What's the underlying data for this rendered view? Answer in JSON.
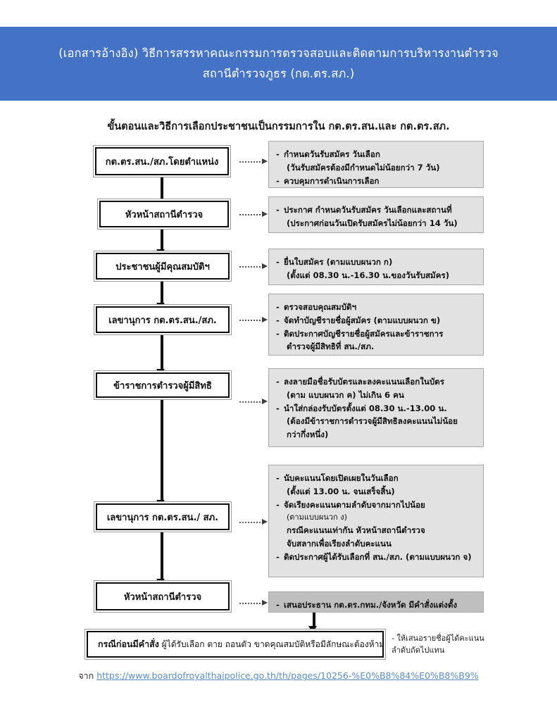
{
  "banner": {
    "line1": "(เอกสารอ้างอิง)  วิธีการสรรหาคณะกรรมการตรวจสอบและติดตามการบริหารงานตำรวจ",
    "line2": "สถานีตำรวจภูธร (กต.ตร.สภ.)",
    "color": "#4472C4"
  },
  "subtitle": "ขั้นตอนและวิธีการเลือกประชาชนเป็นกรรมการใน กต.ตร.สน.และ กต.ตร.สภ.",
  "flow": {
    "nodes": [
      {
        "id": "node1",
        "label": "กต.ตร.สน./สภ.โดยตำแหน่ง"
      },
      {
        "id": "node2",
        "label": "หัวหน้าสถานีตำรวจ"
      },
      {
        "id": "node3",
        "label": "ประชาชนผู้มีคุณสมบัติฯ"
      },
      {
        "id": "node4",
        "label": "เลขานุการ กต.ตร.สน./สภ."
      },
      {
        "id": "node5",
        "label": "ข้าราชการตำรวจผู้มีสิทธิ"
      },
      {
        "id": "node6",
        "label": "เลขานุการ กต.ตร.สน./ สภ."
      },
      {
        "id": "node7",
        "label": "หัวหน้าสถานีตำรวจ"
      }
    ],
    "case_box": {
      "bold": "กรณีก่อนมีคำสั่ง",
      "rest": " ผู้ได้รับเลือก ตาย ถอนตัว ขาดคุณสมบัติหรือมีลักษณะต้องห้าม"
    },
    "panels": [
      {
        "id": "panel1",
        "shade": "light",
        "lines": [
          {
            "type": "dash",
            "text": "กำหนดวันรับสมัคร วันเลือก"
          },
          {
            "type": "cont",
            "text": "(วันรับสมัครต้องมีกำหนดไม่น้อยกว่า 7 วัน)"
          },
          {
            "type": "dash",
            "text": "ควบคุมการดำเนินการเลือก"
          }
        ]
      },
      {
        "id": "panel2",
        "shade": "light",
        "lines": [
          {
            "type": "dash",
            "text": "ประกาศ กำหนดวันรับสมัคร วันเลือกและสถานที่"
          },
          {
            "type": "cont",
            "text": "(ประกาศก่อนวันเปิดรับสมัครไม่น้อยกว่า 14 วัน)"
          }
        ]
      },
      {
        "id": "panel3",
        "shade": "light",
        "lines": [
          {
            "type": "dash",
            "text": "ยื่นใบสมัคร (ตามแบบผนวก ก)"
          },
          {
            "type": "cont",
            "text": "(ตั้งแต่ 08.30 น.-16.30 น.ของวันรับสมัคร)"
          }
        ]
      },
      {
        "id": "panel4",
        "shade": "light",
        "lines": [
          {
            "type": "dash",
            "text": "ตรวจสอบคุณสมบัติฯ"
          },
          {
            "type": "dash",
            "text": "จัดทำบัญชีรายชื่อผู้สมัคร (ตามแบบผนวก ข)"
          },
          {
            "type": "dash",
            "text": "ติดประกาศบัญชีรายชื่อผู้สมัครและข้าราชการ"
          },
          {
            "type": "cont",
            "text": "ตำรวจผู้มีสิทธิที่ สน./สภ."
          }
        ]
      },
      {
        "id": "panel5",
        "shade": "light",
        "lines": [
          {
            "type": "dash",
            "text": "ลงลายมือชื่อรับบัตรและลงคะแนนเลือกในบัตร"
          },
          {
            "type": "cont",
            "text": "(ตาม แบบผนวก ค)  ไม่เกิน 6  คน"
          },
          {
            "type": "dash",
            "text": "นำใส่กล่องรับบัตรตั้งแต่ 08.30 น.-13.00 น."
          },
          {
            "type": "cont",
            "text": "(ต้องมีข้าราชการตำรวจผู้มีสิทธิลงคะแนนไม่น้อย"
          },
          {
            "type": "cont",
            "text": "กว่ากึ่งหนึ่ง)"
          }
        ]
      },
      {
        "id": "panel6",
        "shade": "light",
        "lines": [
          {
            "type": "dash",
            "text": "นับคะแนนโดยเปิดเผยในวันเลือก"
          },
          {
            "type": "cont",
            "text": "(ตั้งแต่ 13.00 น. จนเสร็จสิ้น)"
          },
          {
            "type": "dash",
            "text": "จัดเรียงคะแนนตามลำดับจากมากไปน้อย"
          },
          {
            "type": "sub",
            "text": "(ตามแบบผนวก ง)"
          },
          {
            "type": "cont",
            "text": "กรณีคะแนนเท่ากัน   หัวหน้าสถานีตำรวจ"
          },
          {
            "type": "cont",
            "text": "จับสลากเพื่อเรียงลำดับคะแนน"
          },
          {
            "type": "dash",
            "text": "ติดประกาศผู้ได้รับเลือกที่ สน./สภ. (ตามแบบผนวก จ)"
          }
        ]
      },
      {
        "id": "panel7",
        "shade": "dark",
        "lines": [
          {
            "type": "dash",
            "text": "เสนอประธาน กต.ตร.กทม./จังหวัด มีคำสั่งแต่งตั้ง"
          }
        ]
      }
    ],
    "side_note": {
      "line1": "- ให้เสนอรายชื่อผู้ได้คะแนน",
      "line2": "ลำดับถัดไปแทน"
    }
  },
  "source": {
    "prefix": "จาก ",
    "url": "https://www.boardofroyalthaipolice.go.th/th/pages/10256-%E0%B8%84%E0%B8%B9%"
  }
}
